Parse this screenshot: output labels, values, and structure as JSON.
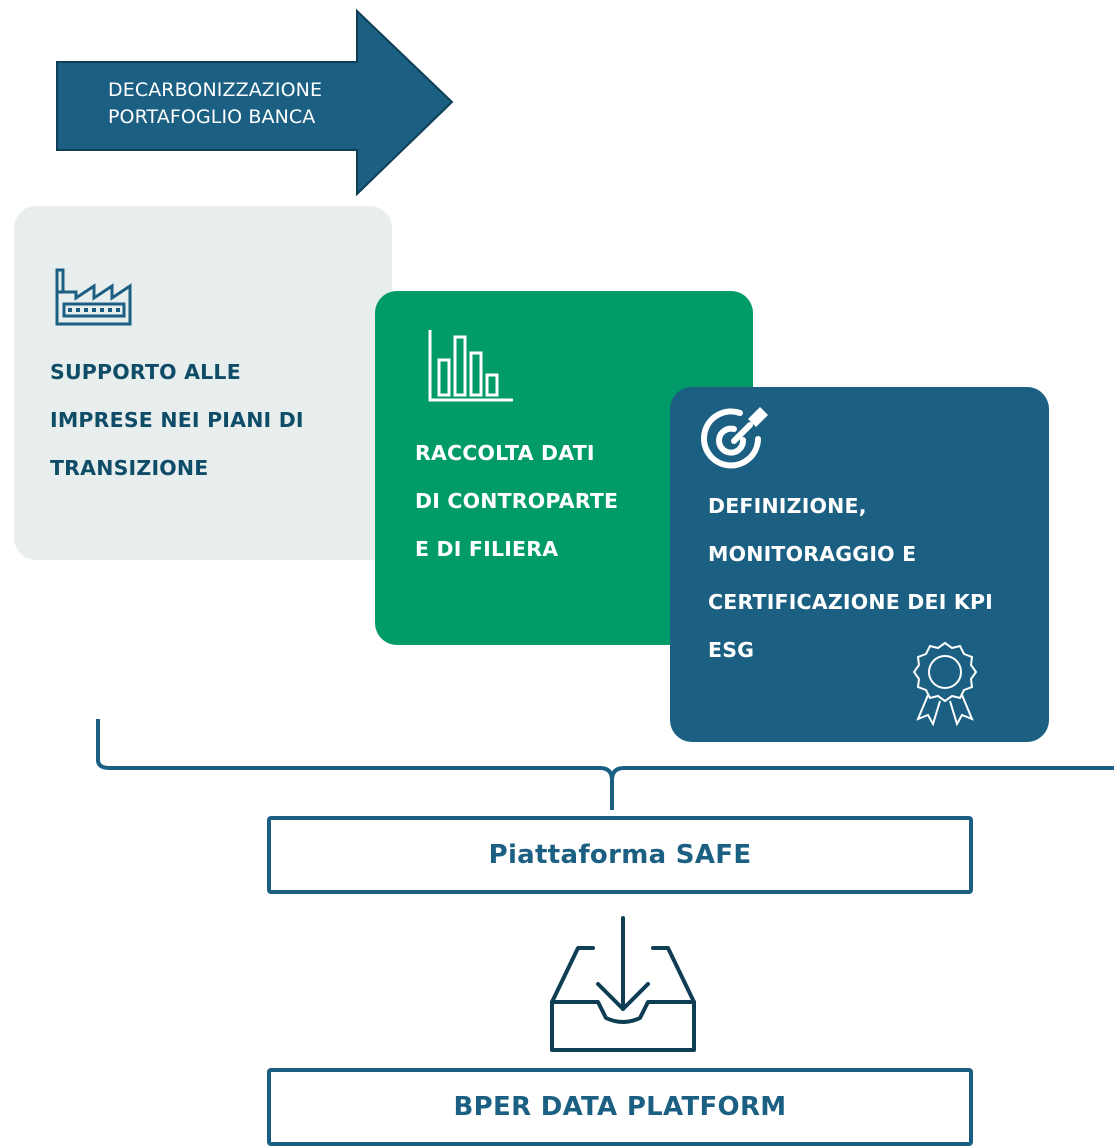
{
  "arrow": {
    "line1": "DECARBONIZZAZIONE",
    "line2": "PORTAFOGLIO BANCA",
    "color": "#1b5f82"
  },
  "cards": [
    {
      "icon": "factory-icon",
      "lines": [
        "SUPPORTO ALLE",
        "IMPRESE NEI PIANI DI",
        "TRANSIZIONE"
      ],
      "background": "#e8eeee",
      "text_color": "#0f4c67"
    },
    {
      "icon": "bar-chart-icon",
      "lines": [
        "RACCOLTA DATI",
        "DI CONTROPARTE",
        "E DI FILIERA"
      ],
      "background": "#019b69",
      "text_color": "#ffffff"
    },
    {
      "icon": "target-icon",
      "secondary_icon": "award-ribbon-icon",
      "lines": [
        "DEFINIZIONE,",
        "MONITORAGGIO E",
        "CERTIFICAZIONE DEI KPI",
        "ESG"
      ],
      "background": "#1b5f82",
      "text_color": "#ffffff"
    }
  ],
  "bracket": {
    "color": "#1b5f82"
  },
  "platform_safe": {
    "label": "Piattaforma SAFE"
  },
  "inbox": {
    "icon": "inbox-download-icon"
  },
  "platform_bper": {
    "label": "BPER DATA PLATFORM"
  },
  "colors": {
    "primary": "#1b5f82",
    "green": "#019b69",
    "light": "#e8eeee",
    "dark_text": "#0f4c67"
  }
}
